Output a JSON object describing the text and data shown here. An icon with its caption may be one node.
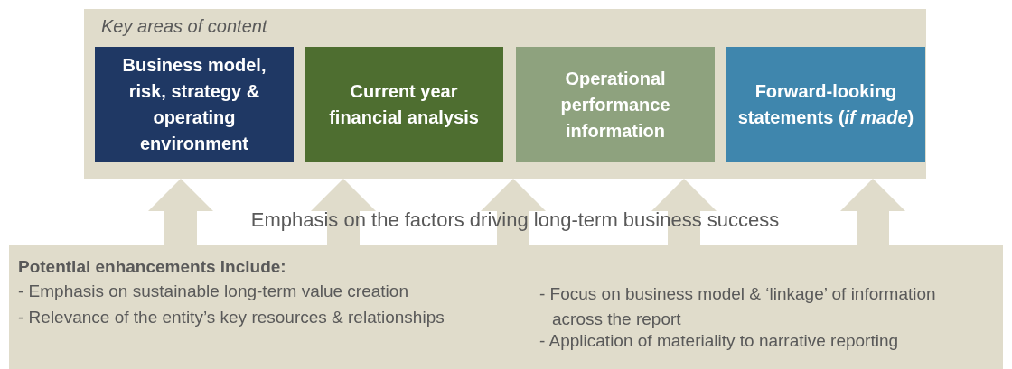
{
  "diagram": {
    "nodes": [
      {
        "text": [
          "Key areas of content"
        ]
      },
      {
        "text": [
          "Business model, risk, strategy & operating environment"
        ],
        "in": 0
      },
      {
        "text": [
          "Current year financial analysis"
        ],
        "in": 0
      },
      {
        "text": [
          "Operational performance information"
        ],
        "in": 0
      },
      {
        "text": [
          "Forward-looking statements (*if made*)"
        ],
        "in": 0
      },
      {
        "text": [
          "Potential enhancements include:",
          "- Emphasis on sustainable long-term value creation",
          "- Relevance of the entity’s key resources & relationships",
          "- Focus on business model & ‘linkage’ of information across the report",
          "- Application of materiality to narrative reporting"
        ]
      }
    ],
    "edges": [
      {
        "from": 5,
        "to": 0,
        "arrow": "to"
      },
      {
        "from": 5,
        "to": 0,
        "arrow": "to"
      },
      {
        "from": 5,
        "to": 0,
        "arrow": "to"
      },
      {
        "from": 5,
        "to": 0,
        "arrow": "to"
      },
      {
        "from": 5,
        "to": 0,
        "arrow": "to"
      }
    ],
    "labels": [
      "Emphasis on the factors driving long-term business success"
    ]
  }
}
